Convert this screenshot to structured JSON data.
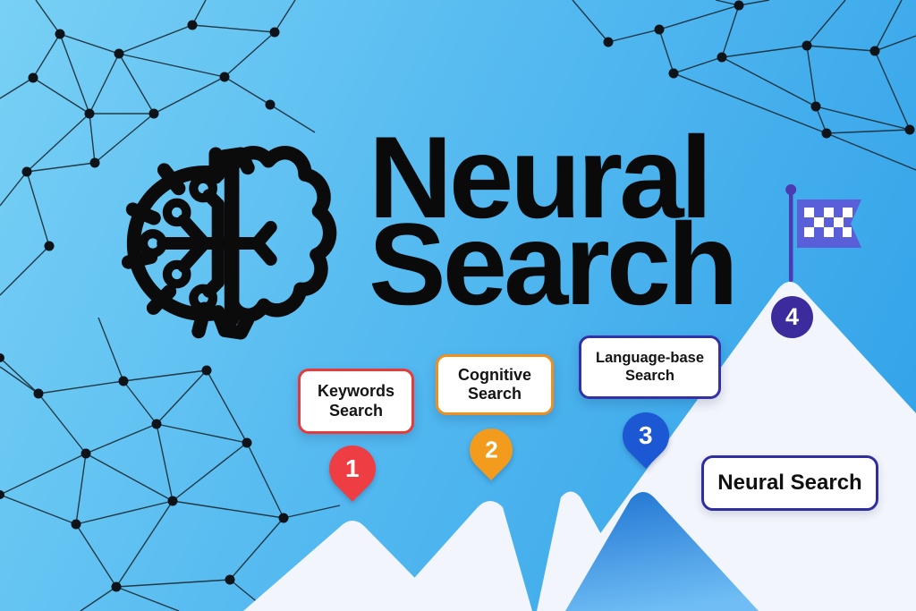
{
  "title": {
    "line1": "Neural",
    "line2": "Search"
  },
  "logo": {
    "name": "brain-gear-icon"
  },
  "flag": {
    "name": "checkered-flag-icon",
    "banner_color": "#5a5ed8",
    "pole_color": "#4a3bb3",
    "check_color": "#ffffff"
  },
  "milestones": [
    {
      "number": "1",
      "label_line1": "Keywords",
      "label_line2": "Search",
      "pin_color": "#ee3e44",
      "bubble_border_color": "#e83a3a"
    },
    {
      "number": "2",
      "label_line1": "Cognitive",
      "label_line2": "Search",
      "pin_color": "#f29b1d",
      "bubble_border_color": "#ef8f1c"
    },
    {
      "number": "3",
      "label_line1": "Language-base",
      "label_line2": "Search",
      "pin_color": "#1c57d4",
      "bubble_border_color": "#3331a5"
    },
    {
      "number": "4",
      "label": "Neural Search",
      "marker_color": "#3b2b9d",
      "box_border_color": "#302e9f"
    }
  ],
  "colors": {
    "background_top": "#78d0f5",
    "background_bottom": "#2fa0e8",
    "mountain_white": "#f3f5fc",
    "mountain_blue_top": "#2277d4",
    "mountain_blue_bottom": "#6fbdf4",
    "network_ink": "#0d1319",
    "title_ink": "#0a0a0a"
  }
}
